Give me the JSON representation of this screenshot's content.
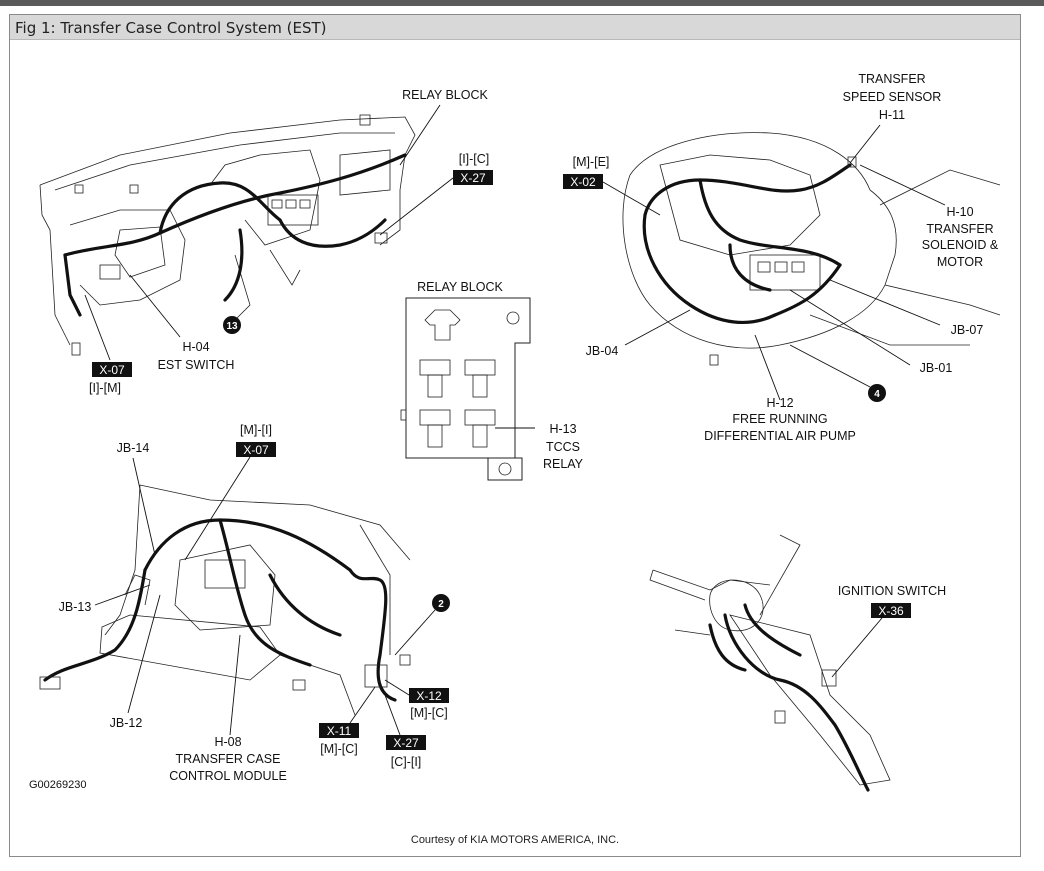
{
  "figure": {
    "caption": "Fig 1: Transfer Case Control System (EST)",
    "footer": "Courtesy of KIA MOTORS AMERICA, INC.",
    "code": "G00269230"
  },
  "labels": {
    "relay_block_top": "RELAY BLOCK",
    "ic": "[I]-[C]",
    "h04": "H-04",
    "est_switch": "EST SWITCH",
    "im": "[I]-[M]",
    "me": "[M]-[E]",
    "transfer": "TRANSFER",
    "speed_sensor": "SPEED SENSOR",
    "h11": "H-11",
    "h10": "H-10",
    "h10_l2": "TRANSFER",
    "h10_l3": "SOLENOID &",
    "h10_l4": "MOTOR",
    "jb07": "JB-07",
    "jb04": "JB-04",
    "jb01": "JB-01",
    "h12": "H-12",
    "h12_l2": "FREE RUNNING",
    "h12_l3": "DIFFERENTIAL AIR PUMP",
    "relay_block_mid": "RELAY BLOCK",
    "h13": "H-13",
    "tccs": "TCCS",
    "relay": "RELAY",
    "mi": "[M]-[I]",
    "jb14": "JB-14",
    "jb13": "JB-13",
    "jb12": "JB-12",
    "h08": "H-08",
    "h08_l2": "TRANSFER CASE",
    "h08_l3": "CONTROL MODULE",
    "mc1": "[M]-[C]",
    "mc2": "[M]-[C]",
    "ci": "[C]-[I]",
    "ignition_switch": "IGNITION SWITCH"
  },
  "tags": {
    "x27_top": "X-27",
    "x07_left": "X-07",
    "x02": "X-02",
    "x07_mid": "X-07",
    "x12": "X-12",
    "x11": "X-11",
    "x27_bottom": "X-27",
    "x36": "X-36"
  },
  "badges": {
    "b13": "13",
    "b4": "4",
    "b2": "2"
  }
}
